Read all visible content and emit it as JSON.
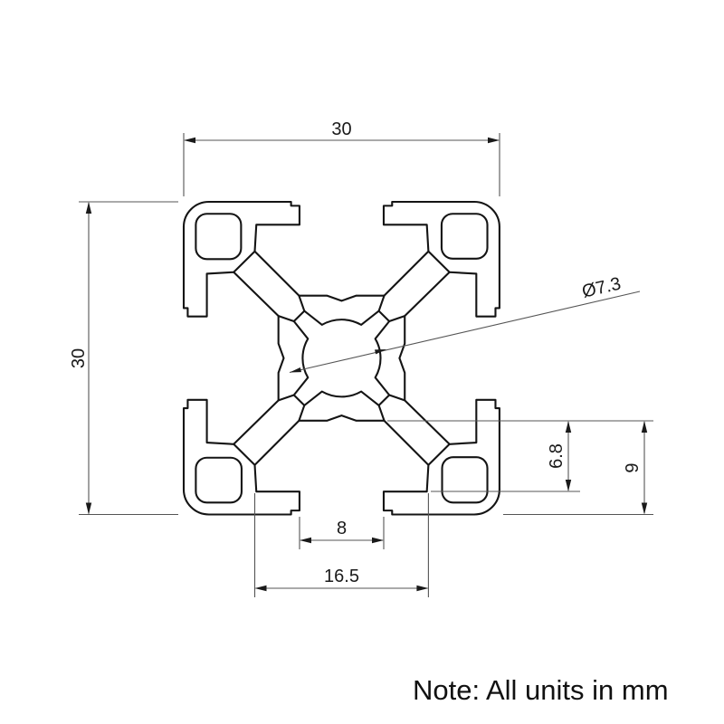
{
  "drawing": {
    "type": "technical-drawing",
    "subject": "30x30 T-slot aluminum extrusion profile cross-section",
    "units": "mm",
    "note": "Note: All units in mm",
    "dimensions": {
      "overall_width": {
        "label": "30",
        "value": 30
      },
      "overall_height": {
        "label": "30",
        "value": 30
      },
      "center_bore_diameter": {
        "label": "Ø7.3",
        "value": 7.3
      },
      "slot_lip_to_floor": {
        "label": "6.8",
        "value": 6.8
      },
      "slot_floor_to_face": {
        "label": "9",
        "value": 9
      },
      "slot_opening_width": {
        "label": "8",
        "value": 8
      },
      "slot_inner_width": {
        "label": "16.5",
        "value": 16.5
      }
    },
    "colors": {
      "background": "#ffffff",
      "profile_line": "#141414",
      "dimension_line": "#555555",
      "text": "#1a1a1a"
    }
  }
}
